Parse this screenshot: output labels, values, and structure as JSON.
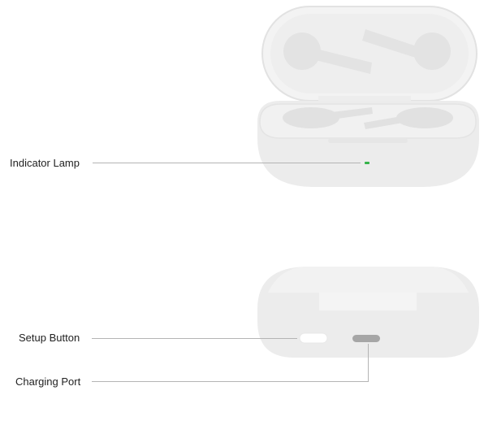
{
  "callouts": {
    "indicator_lamp": "Indicator Lamp",
    "setup_button": "Setup Button",
    "charging_port": "Charging Port"
  },
  "colors": {
    "case_shell": "#ececec",
    "case_lid": "#f3f3f3",
    "case_outline": "#e2e2e2",
    "earbud": "#e3e3e3",
    "indicator_led": "#35b34a",
    "leader_line": "#b4b4b4",
    "charging_port": "#a6a6a6",
    "setup_button": "#ffffff"
  }
}
